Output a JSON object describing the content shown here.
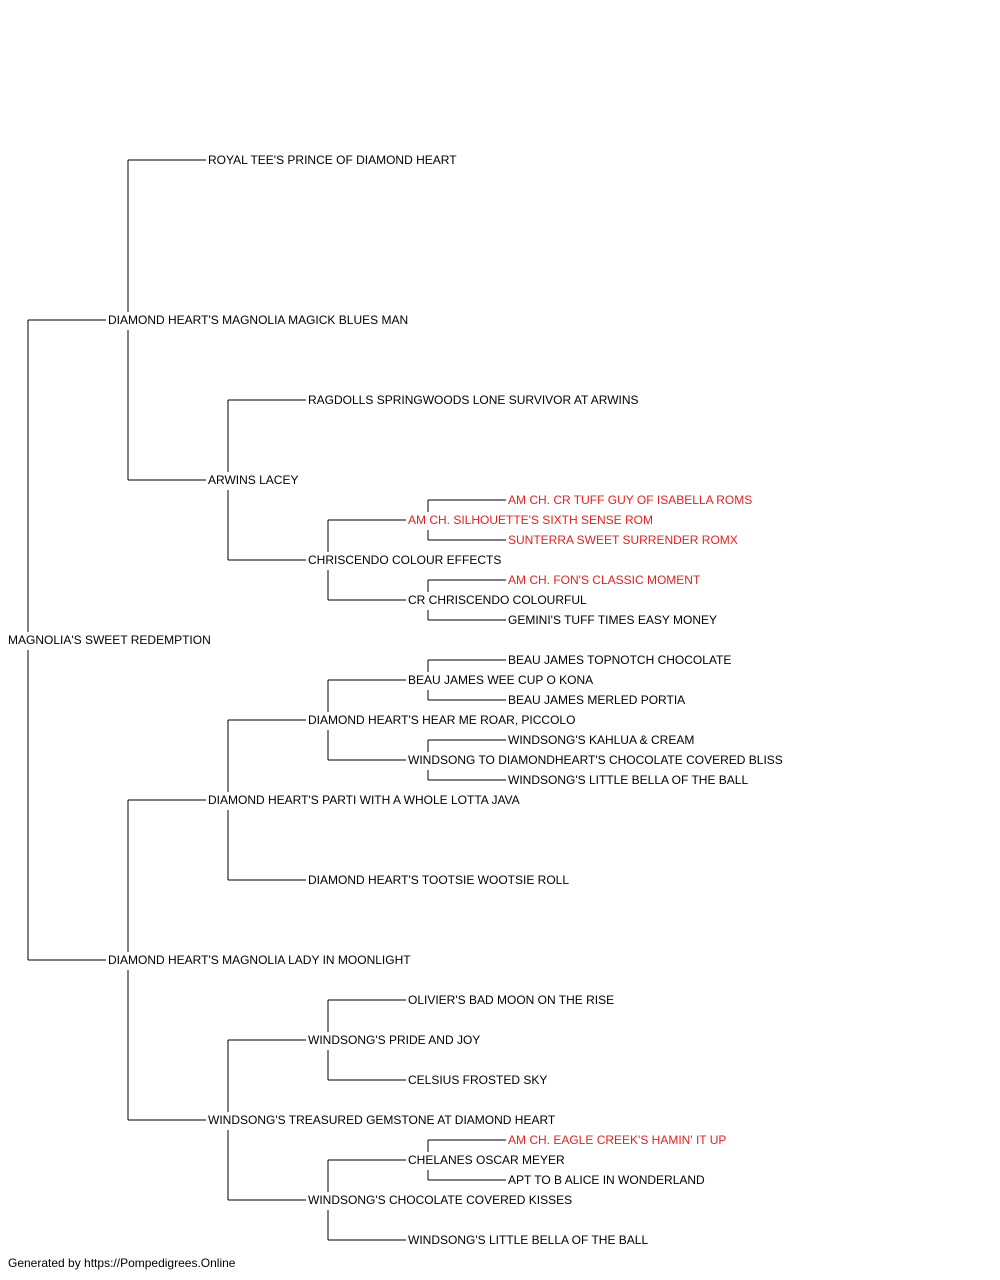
{
  "colors": {
    "normal": "#000000",
    "champion": "#e8201c",
    "line": "#000000"
  },
  "pedigree": {
    "name": "MAGNOLIA'S SWEET REDEMPTION",
    "champion": false,
    "sire": {
      "name": "DIAMOND HEART'S MAGNOLIA MAGICK BLUES MAN",
      "champion": false,
      "sire": {
        "name": "ROYAL TEE'S PRINCE OF DIAMOND HEART",
        "champion": false
      },
      "dam": {
        "name": "ARWINS LACEY",
        "champion": false,
        "sire": {
          "name": "RAGDOLLS SPRINGWOODS LONE SURVIVOR AT ARWINS",
          "champion": false
        },
        "dam": {
          "name": "CHRISCENDO COLOUR EFFECTS",
          "champion": false,
          "sire": {
            "name": "AM CH. SILHOUETTE'S SIXTH SENSE ROM",
            "champion": true,
            "sire": {
              "name": "AM CH. CR TUFF GUY OF ISABELLA ROMS",
              "champion": true
            },
            "dam": {
              "name": "SUNTERRA SWEET SURRENDER ROMX",
              "champion": true
            }
          },
          "dam": {
            "name": "CR CHRISCENDO COLOURFUL",
            "champion": false,
            "sire": {
              "name": "AM CH. FON'S CLASSIC MOMENT",
              "champion": true
            },
            "dam": {
              "name": "GEMINI'S TUFF TIMES EASY MONEY",
              "champion": false
            }
          }
        }
      }
    },
    "dam": {
      "name": "DIAMOND HEART'S MAGNOLIA LADY IN MOONLIGHT",
      "champion": false,
      "sire": {
        "name": "DIAMOND HEART'S PARTI WITH A WHOLE LOTTA JAVA",
        "champion": false,
        "sire": {
          "name": "DIAMOND HEART'S HEAR ME ROAR, PICCOLO",
          "champion": false,
          "sire": {
            "name": "BEAU JAMES WEE CUP O KONA",
            "champion": false,
            "sire": {
              "name": "BEAU JAMES TOPNOTCH CHOCOLATE",
              "champion": false
            },
            "dam": {
              "name": "BEAU JAMES MERLED PORTIA",
              "champion": false
            }
          },
          "dam": {
            "name": "WINDSONG TO DIAMONDHEART'S CHOCOLATE COVERED BLISS",
            "champion": false,
            "sire": {
              "name": "WINDSONG'S KAHLUA & CREAM",
              "champion": false
            },
            "dam": {
              "name": "WINDSONG'S LITTLE BELLA OF THE BALL",
              "champion": false
            }
          }
        },
        "dam": {
          "name": "DIAMOND HEART'S TOOTSIE WOOTSIE ROLL",
          "champion": false
        }
      },
      "dam": {
        "name": "WINDSONG'S TREASURED GEMSTONE AT DIAMOND HEART",
        "champion": false,
        "sire": {
          "name": "WINDSONG'S PRIDE AND JOY",
          "champion": false,
          "sire": {
            "name": "OLIVIER'S BAD MOON ON THE RISE",
            "champion": false
          },
          "dam": {
            "name": "CELSIUS FROSTED SKY",
            "champion": false
          }
        },
        "dam": {
          "name": "WINDSONG'S CHOCOLATE COVERED KISSES",
          "champion": false,
          "sire": {
            "name": "CHELANES OSCAR MEYER",
            "champion": false,
            "sire": {
              "name": "AM CH. EAGLE CREEK'S HAMIN' IT UP",
              "champion": true
            },
            "dam": {
              "name": "APT TO B ALICE IN WONDERLAND",
              "champion": false
            }
          },
          "dam": {
            "name": "WINDSONG'S LITTLE BELLA OF THE BALL",
            "champion": false
          }
        }
      }
    }
  },
  "footer": "Generated by https://Pompedigrees.Online"
}
